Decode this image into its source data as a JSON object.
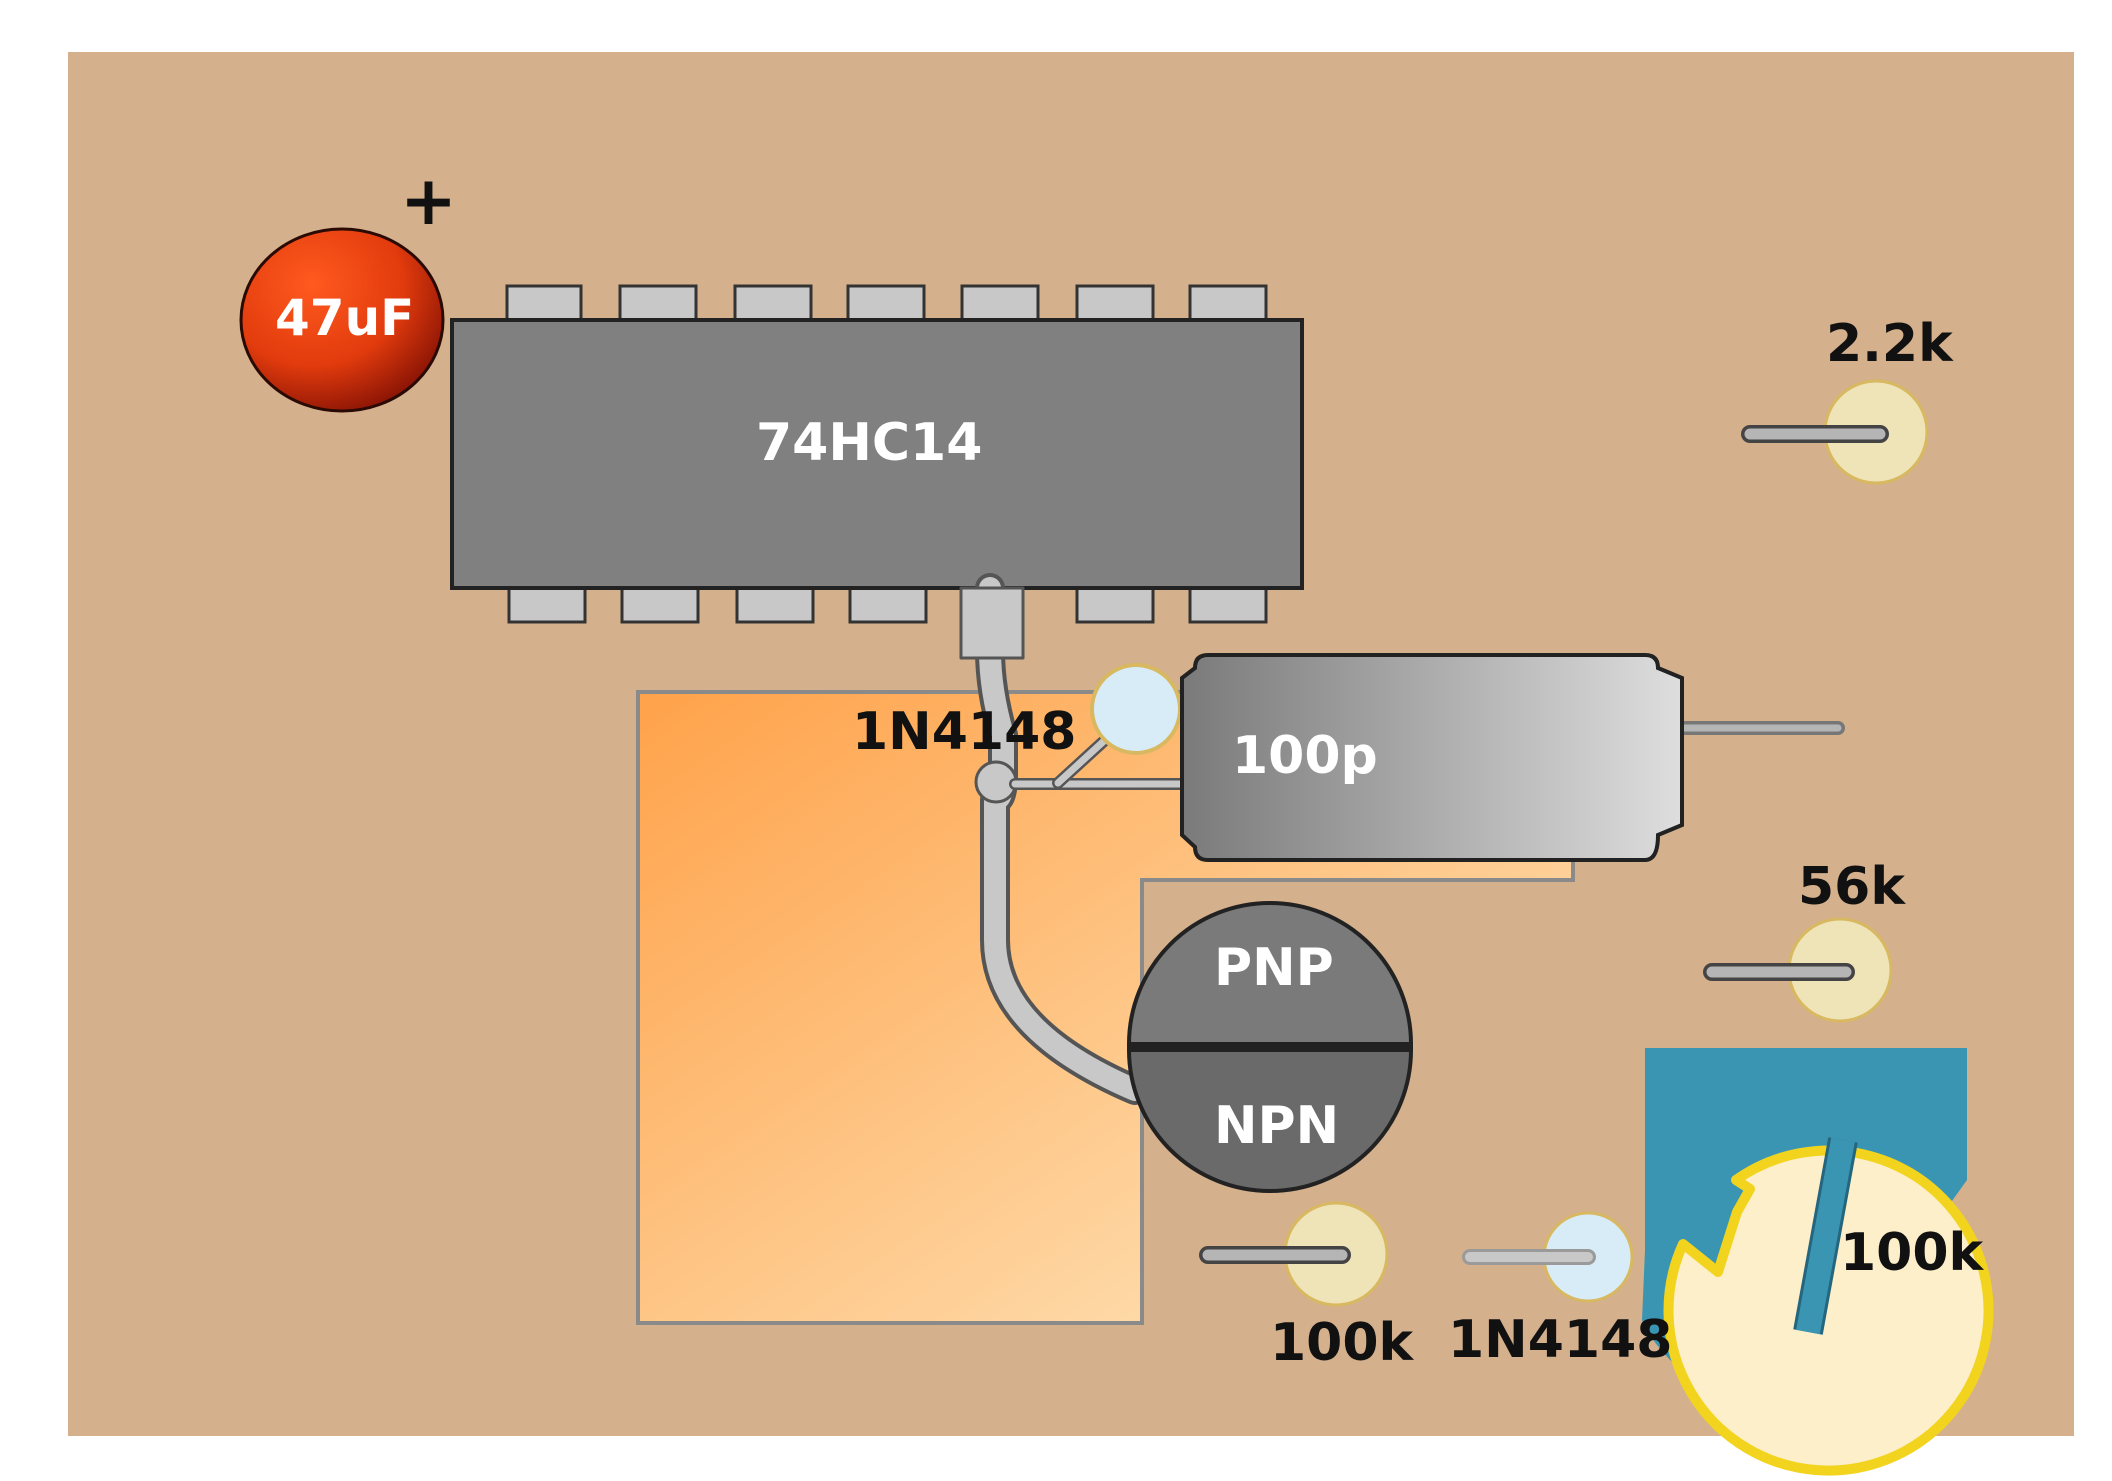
{
  "colors": {
    "board": "#d4b08c",
    "ic_body": "#808080",
    "ic_pin": "#c8c8c8",
    "capacitor_electrolytic": "#d93b10",
    "resistor_body": "#efe3b8",
    "diode_body": "#d8ecf8",
    "transistor_body": "#707070",
    "pot_background": "#3a95b3",
    "pot_ring": "#f2d41f",
    "pot_wiper": "#3a95b3",
    "copper_area_start": "#ffa24a",
    "copper_area_end": "#fde9c2"
  },
  "components": {
    "electrolytic_cap": {
      "label": "47uF",
      "polarity": "+"
    },
    "ic": {
      "label": "74HC14"
    },
    "resistor_r1": {
      "label": "2.2k"
    },
    "resistor_r2": {
      "label": "56k"
    },
    "resistor_r3": {
      "label": "100k"
    },
    "diode_d1": {
      "label": "1N4148"
    },
    "diode_d2": {
      "label": "1N4148"
    },
    "capacitor_film": {
      "label": "100p"
    },
    "transistor_pnp": {
      "label": "PNP"
    },
    "transistor_npn": {
      "label": "NPN"
    },
    "potentiometer": {
      "label": "100k"
    }
  }
}
